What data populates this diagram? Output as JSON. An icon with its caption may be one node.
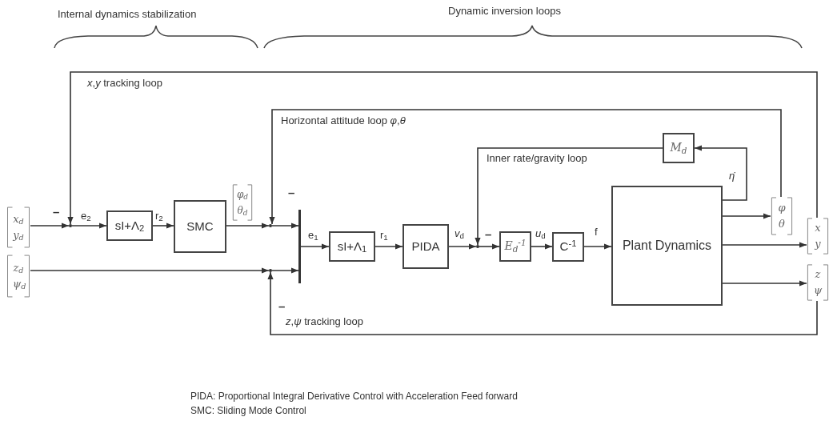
{
  "diagram": {
    "nodes": [
      {
        "text": [
          "x$_{d}$ y$_{d}$"
        ]
      },
      {
        "text": [
          "z$_{d}$ ψ$_{d}$"
        ]
      },
      {
        "text": [],
        "shape": "circle"
      },
      {
        "text": [
          "sI+Λ$_{2}$"
        ]
      },
      {
        "text": [
          "SMC"
        ]
      },
      {
        "text": [],
        "shape": "circle"
      },
      {
        "text": [],
        "shape": "circle"
      },
      {
        "text": [],
        "shape": "bar"
      },
      {
        "text": [
          "sI+Λ$_{1}$"
        ]
      },
      {
        "text": [
          "PIDA"
        ]
      },
      {
        "text": [],
        "shape": "circle"
      },
      {
        "text": [
          "E$_{d}$$^{-1}$"
        ]
      },
      {
        "text": [
          "C$^{-1}$"
        ]
      },
      {
        "text": [
          "Plant Dynamics"
        ]
      },
      {
        "text": [
          "M$_{d}$"
        ]
      },
      {
        "text": [
          "φ θ"
        ]
      },
      {
        "text": [
          "x y"
        ]
      },
      {
        "text": [
          "z ψ"
        ]
      }
    ],
    "edges": [
      {
        "from": 0,
        "to": 2,
        "arrow": "to"
      },
      {
        "from": 2,
        "to": 3,
        "arrow": "to",
        "label": "e$_{2}$"
      },
      {
        "from": 3,
        "to": 4,
        "arrow": "to",
        "label": "r$_{2}$"
      },
      {
        "from": 4,
        "to": 5,
        "arrow": "to"
      },
      {
        "from": 5,
        "to": 7,
        "arrow": "to"
      },
      {
        "from": 1,
        "to": 6,
        "arrow": "to"
      },
      {
        "from": 6,
        "to": 7,
        "arrow": "to"
      },
      {
        "from": 7,
        "to": 8,
        "arrow": "to",
        "label": "e$_{1}$"
      },
      {
        "from": 8,
        "to": 9,
        "arrow": "to",
        "label": "r$_{1}$"
      },
      {
        "from": 9,
        "to": 10,
        "arrow": "to",
        "label": "*v*$_{d}$"
      },
      {
        "from": 10,
        "to": 11,
        "arrow": "to"
      },
      {
        "from": 11,
        "to": 12,
        "arrow": "to",
        "label": "*u*$_{d}$"
      },
      {
        "from": 12,
        "to": 13,
        "arrow": "to",
        "label": "f"
      },
      {
        "from": 13,
        "to": 14,
        "arrow": "to",
        "label": "*η̇*"
      },
      {
        "from": 14,
        "to": 10,
        "arrow": "to",
        "label": "Inner rate/gravity loop"
      },
      {
        "from": 13,
        "to": 15,
        "arrow": "to"
      },
      {
        "from": 15,
        "to": 5,
        "arrow": "to",
        "label": "Horizontal attitude loop *φ*,*θ*"
      },
      {
        "from": 13,
        "to": 16,
        "arrow": "to"
      },
      {
        "from": 16,
        "to": 2,
        "arrow": "to",
        "label": "*x*,*y* tracking loop"
      },
      {
        "from": 13,
        "to": 17,
        "arrow": "to"
      },
      {
        "from": 17,
        "to": 6,
        "arrow": "to",
        "label": "*z*,*ψ* tracking loop"
      }
    ],
    "labels": [
      "Internal dynamics stabilization",
      "Dynamic inversion loops",
      "–",
      "φ$_{d}$ θ$_{d}$",
      "–",
      "–",
      "–",
      "PIDA: Proportional Integral Derivative Control with Acceleration Feed forward",
      "SMC: Sliding Mode Control"
    ]
  }
}
